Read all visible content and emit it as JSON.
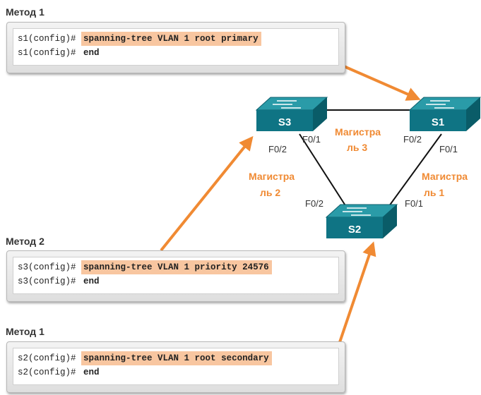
{
  "methods": [
    {
      "title": "Метод 1",
      "lines": [
        {
          "prompt": "s1(config)#",
          "command": "spanning-tree VLAN 1 root primary"
        },
        {
          "prompt": "s1(config)#",
          "command": "end"
        }
      ]
    },
    {
      "title": "Метод 2",
      "lines": [
        {
          "prompt": "s3(config)#",
          "command": "spanning-tree VLAN 1 priority 24576"
        },
        {
          "prompt": "s3(config)#",
          "command": "end"
        }
      ]
    },
    {
      "title": "Метод 1",
      "lines": [
        {
          "prompt": "s2(config)#",
          "command": "spanning-tree VLAN 1 root secondary"
        },
        {
          "prompt": "s2(config)#",
          "command": "end"
        }
      ]
    }
  ],
  "switches": {
    "s3": "S3",
    "s1": "S1",
    "s2": "S2"
  },
  "ports": {
    "s3_f01": "F0/1",
    "s3_f02": "F0/2",
    "s1_f02": "F0/2",
    "s1_f01": "F0/1",
    "s2_f02": "F0/2",
    "s2_f01": "F0/1"
  },
  "trunks": {
    "trunk3": [
      "Магистра",
      "ль 3"
    ],
    "trunk2": [
      "Магистра",
      "ль 2"
    ],
    "trunk1": [
      "Магистра",
      "ль 1"
    ]
  },
  "colors": {
    "accent": "#f08a33",
    "switch_top": "#2a9ba8",
    "switch_front": "#0f7484",
    "highlight": "#f8c6a0"
  }
}
